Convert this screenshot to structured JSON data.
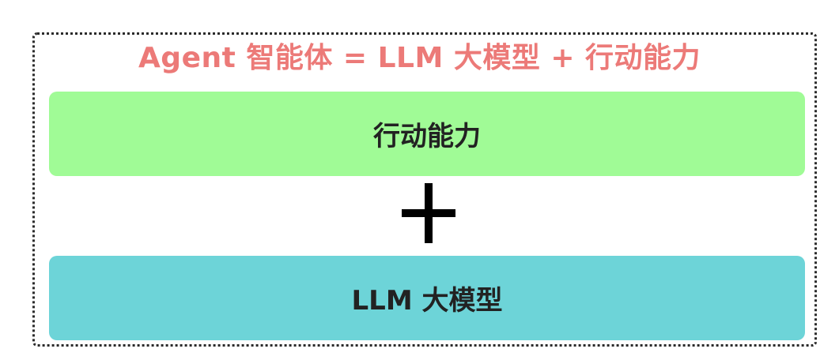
{
  "title": "Agent 智能体 = LLM 大模型 + 行动能力",
  "boxes": {
    "top_label": "行动能力",
    "bottom_label": "LLM 大模型"
  },
  "colors": {
    "title": "#ec7a78",
    "top_box": "#a0fb96",
    "bottom_box": "#6dd4d8",
    "plus": "#000000"
  },
  "icons": {
    "operator": "plus-icon"
  }
}
